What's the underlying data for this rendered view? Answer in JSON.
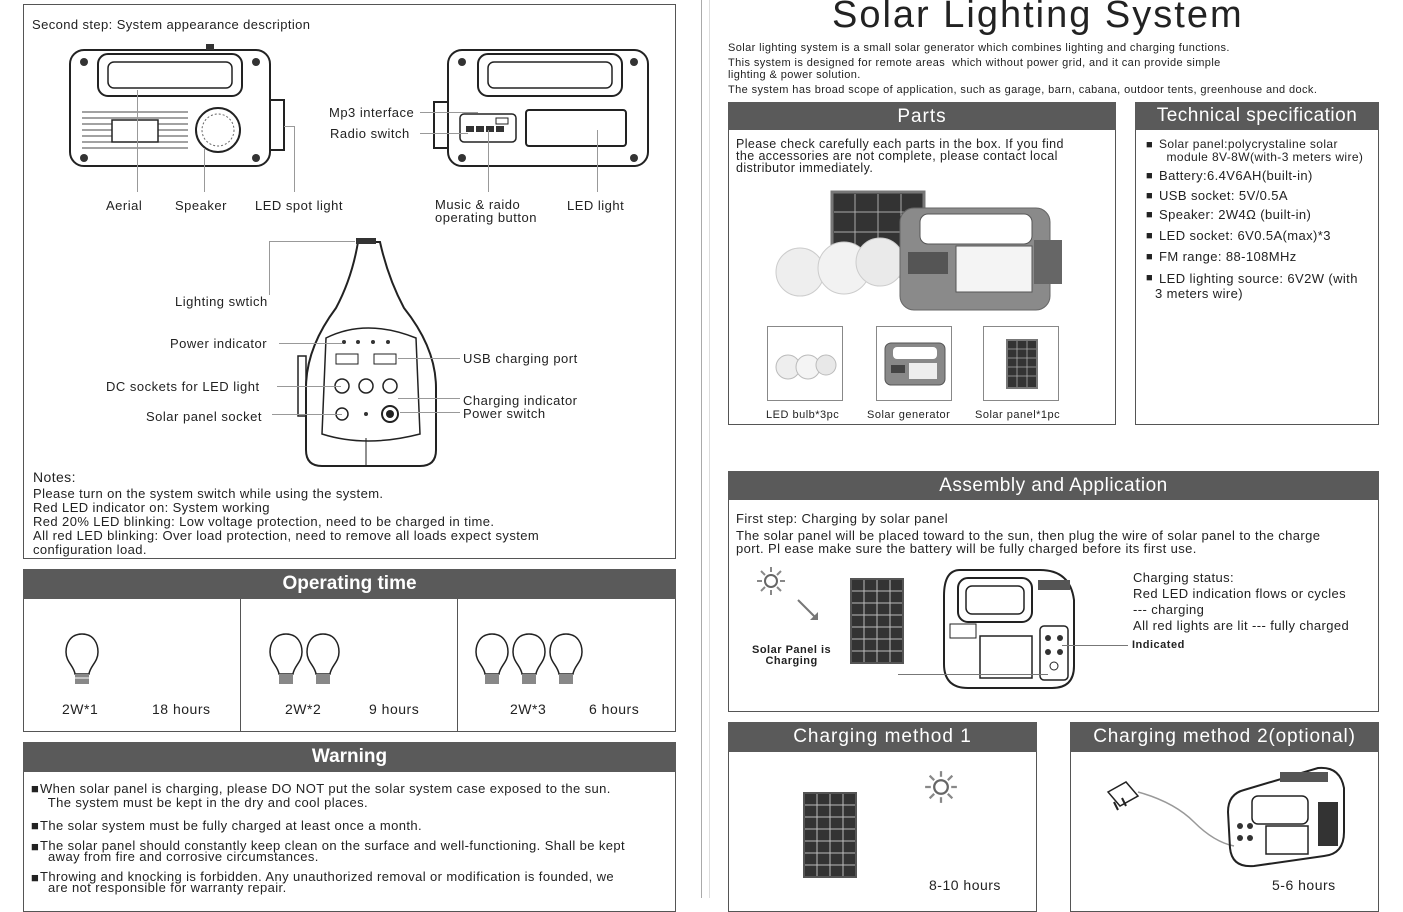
{
  "left": {
    "appearance": {
      "heading": "Second step: System appearance description",
      "labels": {
        "aerial": "Aerial",
        "speaker": "Speaker",
        "led_spot": "LED spot light",
        "mp3": "Mp3 interface",
        "radio_switch": "Radio switch",
        "music_button": "Music & raido\noperating button",
        "led_light": "LED light",
        "lighting_switch": "Lighting swtich",
        "power_indicator": "Power indicator",
        "dc_sockets": "DC sockets for LED light",
        "solar_socket": "Solar panel socket",
        "usb_port": "USB charging port",
        "charging_indicator": "Charging indicator",
        "power_switch": "Power switch"
      },
      "notes_title": "Notes:",
      "notes": [
        "Please turn on the system switch while using the system.",
        "Red LED indicator on: System working",
        "Red 20% LED blinking: Low voltage protection, need to be charged in time.",
        "All red LED blinking: Over load protection, need to remove all loads expect system\nconfiguration load."
      ]
    },
    "operating_time": {
      "title": "Operating time",
      "cells": [
        {
          "power": "2W*1",
          "hours": "18 hours",
          "bulbs": 1
        },
        {
          "power": "2W*2",
          "hours": "9 hours",
          "bulbs": 2
        },
        {
          "power": "2W*3",
          "hours": "6 hours",
          "bulbs": 3
        }
      ]
    },
    "warning": {
      "title": "Warning",
      "items": [
        "When solar panel is charging, please DO NOT put the solar system case exposed to the sun.\n  The system must be kept in the dry and cool places.",
        "The solar system must be fully charged at least once a month.",
        "The solar panel should constantly keep clean on the surface and well-functioning. Shall be kept\n  away from fire and corrosive circumstances.",
        "Throwing and knocking is forbidden. Any unauthorized removal or modification is founded, we\n  are not responsible for warranty repair."
      ]
    }
  },
  "right": {
    "title": "Solar Lighting System",
    "intro": [
      "Solar lighting system is a small solar generator which combines lighting and charging functions.",
      "This system is designed for remote areas  which without power grid, and it can provide simple\nlighting & power solution.",
      "The system has broad scope of application, such as garage, barn, cabana, outdoor tents, greenhouse and dock."
    ],
    "parts": {
      "title": "Parts",
      "text": "Please check carefully each parts in the box. If you find\nthe accessories are not complete, please contact local\ndistributor immediately.",
      "items": [
        "LED bulb*3pc",
        "Solar generator",
        "Solar panel*1pc"
      ]
    },
    "tech": {
      "title": "Technical specification",
      "items": [
        "Solar panel:polycrystaline solar\n  module 8V-8W(with-3 meters wire)",
        "Battery:6.4V6AH(built-in)",
        "USB socket: 5V/0.5A",
        "Speaker: 2W4Ω (built-in)",
        "LED socket: 6V0.5A(max)*3",
        "FM range: 88-108MHz",
        " LED lighting source: 6V2W (with\n3 meters wire)"
      ]
    },
    "assembly": {
      "title": "Assembly and Application",
      "step": "First step: Charging by solar panel",
      "text": "The solar panel will be placed toward to the sun, then plug the wire of solar panel to the charge\nport. Pl ease make sure the battery will be fully charged before its first use.",
      "panel_caption": "Solar Panel is\nCharging",
      "status_title": "Charging status:",
      "status_lines": [
        "Red LED indication flows or cycles",
        "--- charging",
        "All red lights are lit --- fully charged"
      ],
      "indicated": "Indicated"
    },
    "method1": {
      "title": "Charging method  1",
      "hours": "8-10 hours"
    },
    "method2": {
      "title": "Charging method 2(optional)",
      "hours": "5-6 hours"
    }
  },
  "colors": {
    "header_bg": "#5a5a5a",
    "border": "#555555"
  }
}
